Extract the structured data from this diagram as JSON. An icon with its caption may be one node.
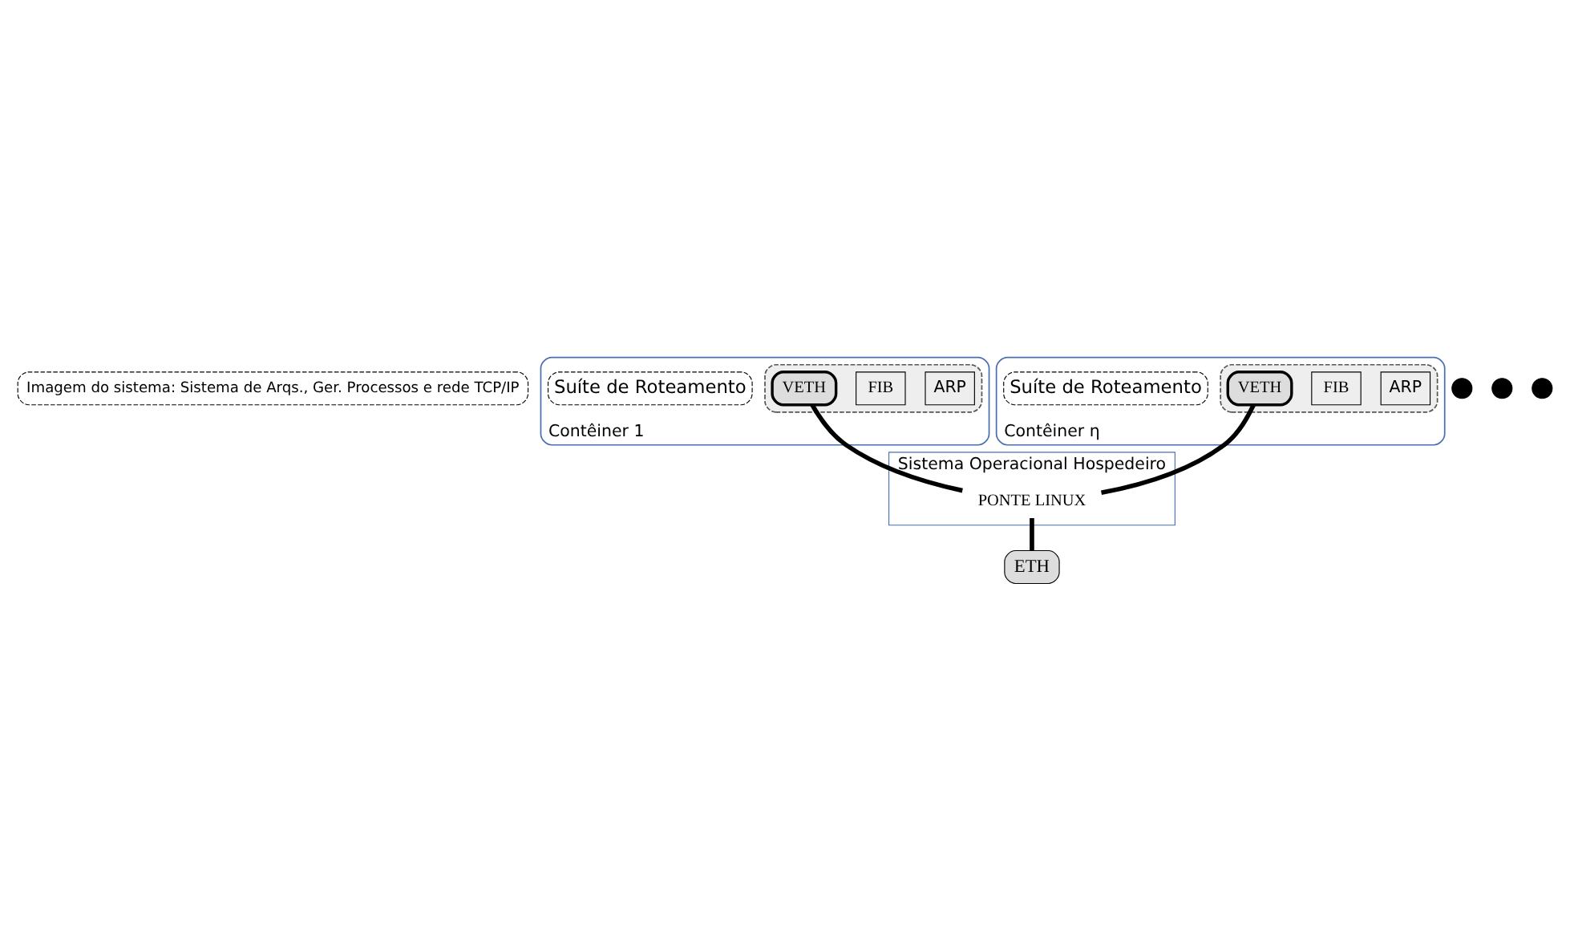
{
  "diagram": {
    "nodes": [
      {
        "text": [],
        "shape": "box",
        "beside": [
          "Contêiner 1"
        ]
      },
      {
        "text": [
          "Suíte de Roteamento"
        ],
        "in": 0
      },
      {
        "text": [],
        "shape": "box",
        "in": 0
      },
      {
        "text": [
          "ARP"
        ],
        "in": 2
      },
      {
        "text": [
          "FIB"
        ],
        "in": 2
      },
      {
        "text": [
          "VETH"
        ],
        "in": 2
      },
      {
        "text": [],
        "shape": "box",
        "beside": [
          "Contêiner η"
        ]
      },
      {
        "text": [
          "Suíte de Roteamento"
        ],
        "in": 6
      },
      {
        "text": [],
        "shape": "box",
        "in": 6
      },
      {
        "text": [
          "ARP"
        ],
        "in": 8
      },
      {
        "text": [
          "FIB"
        ],
        "in": 8
      },
      {
        "text": [
          "VETH"
        ],
        "in": 8
      },
      {
        "text": [
          "Sistema Operacional Hospedeiro"
        ]
      },
      {
        "text": [
          "PONTE LINUX"
        ],
        "in": 12
      },
      {
        "text": [
          "ETH"
        ]
      },
      {
        "text": [
          "Imagem do sistema: Sistema de Arqs., Ger. Processos e rede TCP/IP"
        ]
      },
      {
        "text": [],
        "shape": "circle"
      },
      {
        "text": [],
        "shape": "circle"
      },
      {
        "text": [],
        "shape": "circle"
      }
    ],
    "edges": [
      {
        "from": 5,
        "to": 13,
        "arrow": "none"
      },
      {
        "from": 11,
        "to": 13,
        "arrow": "none"
      },
      {
        "from": 13,
        "to": 14,
        "arrow": "none"
      }
    ]
  }
}
